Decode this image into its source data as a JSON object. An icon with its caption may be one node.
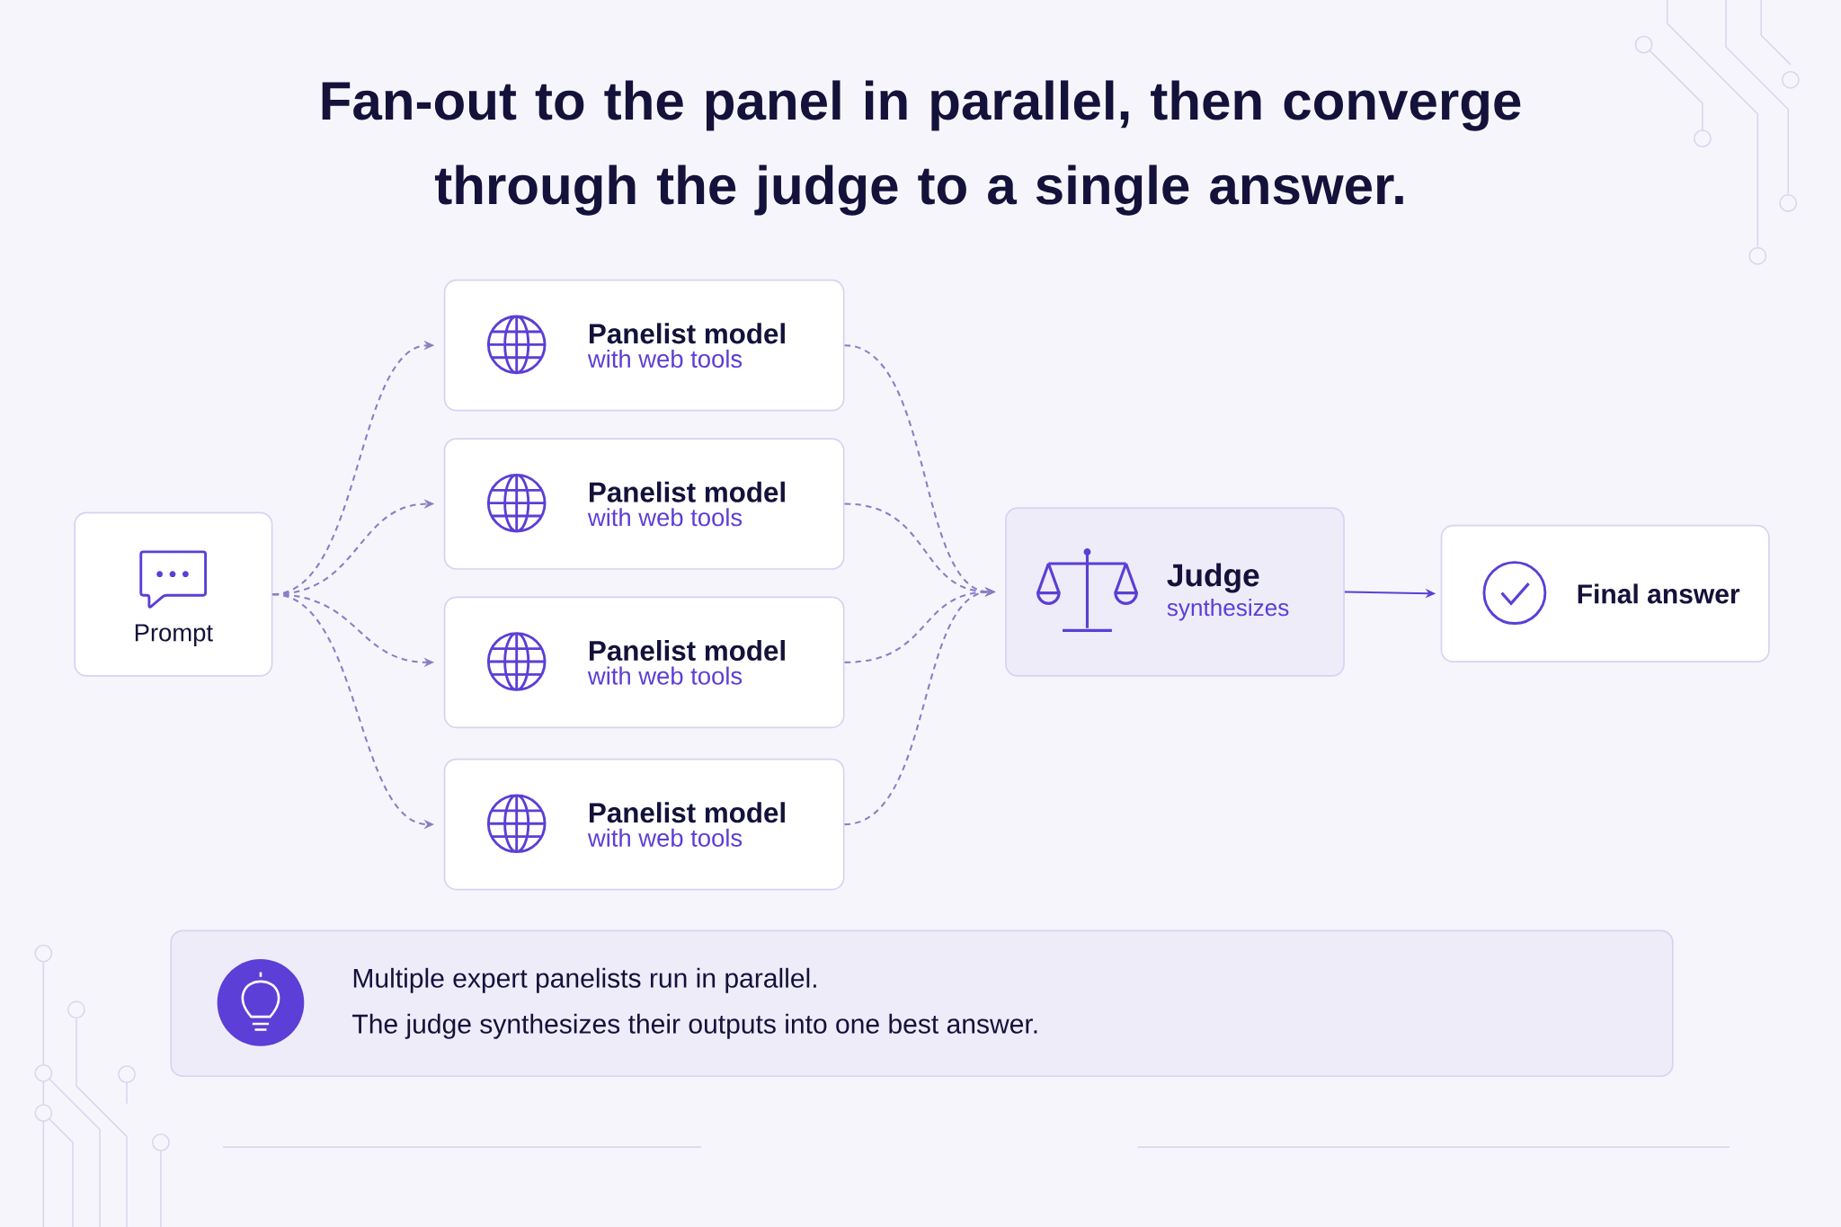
{
  "diagram": {
    "title": "Fan-out to the panel in parallel, then converge through the judge to a single answer.",
    "nodes": [
      {
        "text": [
          "Prompt"
        ]
      },
      {
        "text": [
          "Panelist model",
          "with web tools"
        ]
      },
      {
        "text": [
          "Panelist model",
          "with web tools"
        ]
      },
      {
        "text": [
          "Panelist model",
          "with web tools"
        ]
      },
      {
        "text": [
          "Panelist model",
          "with web tools"
        ]
      },
      {
        "text": [
          "Judge",
          "synthesizes"
        ]
      },
      {
        "text": [
          "Final answer"
        ]
      },
      {
        "text": [
          "Multiple expert panelists run in parallel.",
          "The judge synthesizes their outputs into one best answer."
        ]
      }
    ],
    "edges": [
      {
        "from": 0,
        "to": 1,
        "arrow": "to",
        "style": "dashed"
      },
      {
        "from": 0,
        "to": 2,
        "arrow": "to",
        "style": "dashed"
      },
      {
        "from": 0,
        "to": 3,
        "arrow": "to",
        "style": "dashed"
      },
      {
        "from": 0,
        "to": 4,
        "arrow": "to",
        "style": "dashed"
      },
      {
        "from": 1,
        "to": 5,
        "arrow": "to",
        "style": "dashed"
      },
      {
        "from": 2,
        "to": 5,
        "arrow": "to",
        "style": "dashed"
      },
      {
        "from": 3,
        "to": 5,
        "arrow": "to",
        "style": "dashed"
      },
      {
        "from": 4,
        "to": 5,
        "arrow": "to",
        "style": "dashed"
      },
      {
        "from": 5,
        "to": 6,
        "arrow": "to"
      }
    ]
  }
}
